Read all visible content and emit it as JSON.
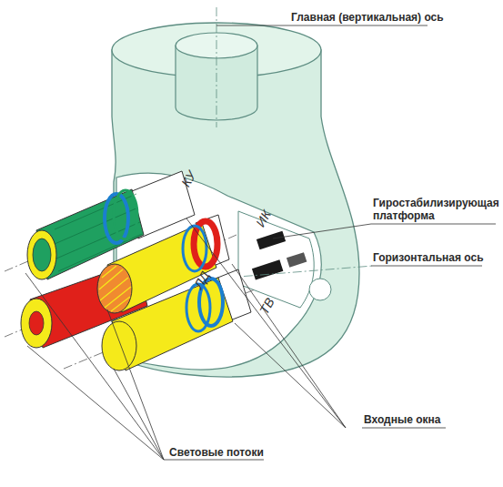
{
  "diagram": {
    "labels": [
      "Главная (вертикальная) ось",
      "Гиростабилизирующая платформа",
      "Горизонтальная ось",
      "КУ",
      "ИК",
      "ЛД",
      "ТВ",
      "Входные окна",
      "Световые потоки"
    ]
  }
}
